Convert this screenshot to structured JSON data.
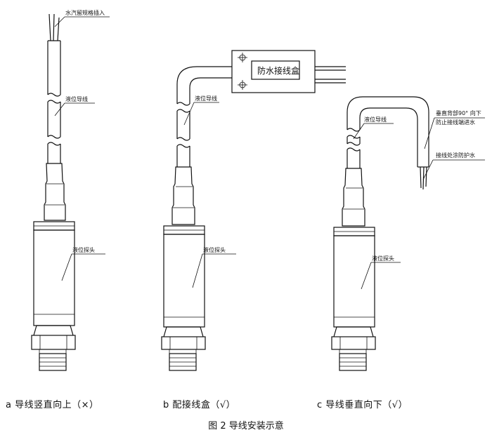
{
  "labels": {
    "a_top": "水汽留规格插入",
    "a_wire": "液位导线",
    "a_probe": "液位探头",
    "b_wire": "液位导线",
    "b_probe": "液位探头",
    "b_box": "防水接线盒",
    "c_wire": "液位导线",
    "c_bend_1": "垂直背部90° 向下",
    "c_bend_2": "防止接线端进水",
    "c_end": "接线处涂防护水",
    "c_probe": "液位探头"
  },
  "captions": {
    "a": "a 导线竖直向上（×）",
    "b": "b 配接线盒（√）",
    "c": "c 导线垂直向下（√）"
  },
  "figure_title": "图 2  导线安装示意"
}
